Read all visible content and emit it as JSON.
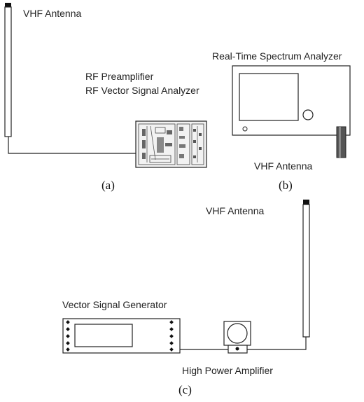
{
  "panels": {
    "a": {
      "caption": "(a)",
      "labels": {
        "antenna": "VHF Antenna",
        "preamp": "RF Preamplifier",
        "vsa": "RF Vector Signal Analyzer"
      }
    },
    "b": {
      "caption": "(b)",
      "labels": {
        "analyzer": "Real-Time Spectrum Analyzer",
        "antenna": "VHF Antenna"
      }
    },
    "c": {
      "caption": "(c)",
      "labels": {
        "antenna": "VHF Antenna",
        "generator": "Vector Signal Generator",
        "amplifier": "High Power Amplifier"
      }
    }
  }
}
